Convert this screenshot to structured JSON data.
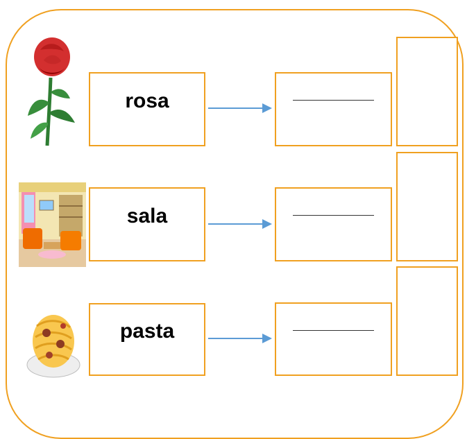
{
  "rows": [
    {
      "word": "rosa",
      "image": "rose-icon",
      "answer": ""
    },
    {
      "word": "sala",
      "image": "living-room-icon",
      "answer": ""
    },
    {
      "word": "pasta",
      "image": "spaghetti-icon",
      "answer": ""
    }
  ],
  "colors": {
    "border": "#f0a020",
    "arrow": "#5b9bd5",
    "text": "#000000"
  }
}
